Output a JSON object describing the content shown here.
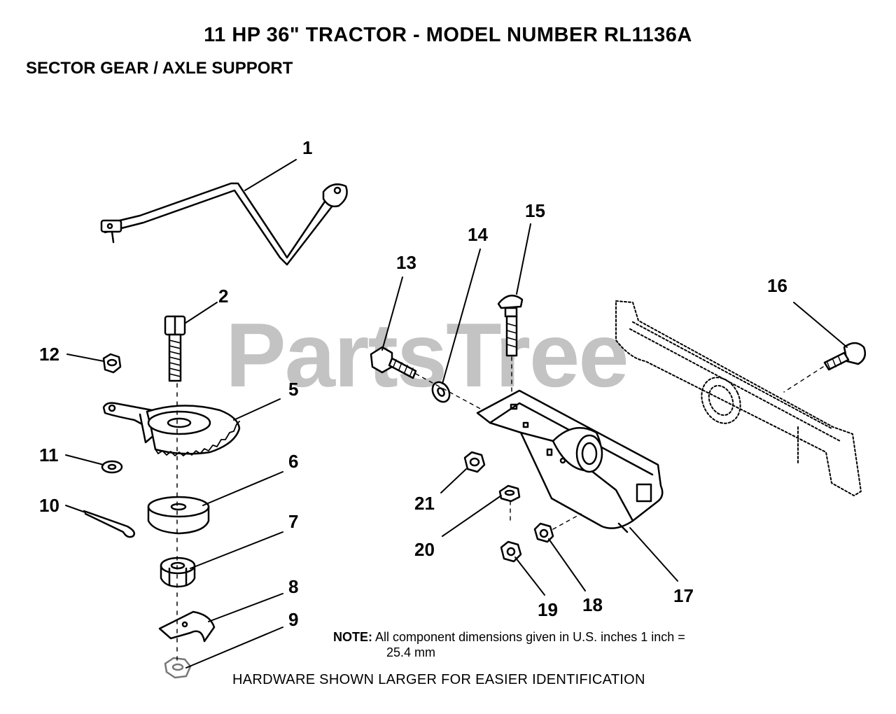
{
  "header": {
    "title": "11 HP  36\"  TRACTOR  - MODEL NUMBER RL1136A",
    "subtitle": "SECTOR GEAR / AXLE SUPPORT"
  },
  "watermark": "PartsTree",
  "callouts": [
    "1",
    "2",
    "5",
    "6",
    "7",
    "8",
    "9",
    "10",
    "11",
    "12",
    "13",
    "14",
    "15",
    "16",
    "17",
    "18",
    "19",
    "20",
    "21"
  ],
  "note": {
    "label": "NOTE:",
    "line1": "All component dimensions given in U.S. inches 1 inch =",
    "line2": "25.4 mm"
  },
  "hardware_note": "HARDWARE SHOWN LARGER FOR EASIER IDENTIFICATION"
}
